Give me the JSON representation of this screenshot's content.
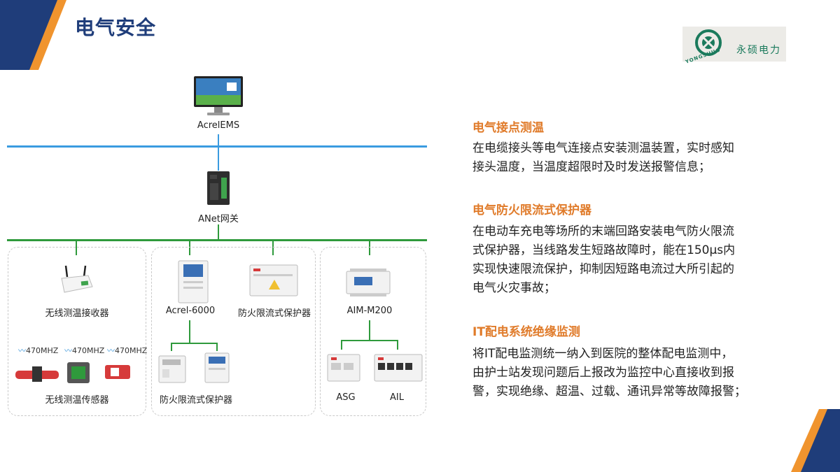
{
  "page_title": "电气安全",
  "logo": {
    "text": "永硕电力",
    "sub": "YONGSHUO"
  },
  "diagram": {
    "top_node": "AcrelEMS",
    "gateway": "ANet网关",
    "g1": {
      "receiver": "无线测温接收器",
      "freq": [
        "470MHZ",
        "470MHZ",
        "470MHZ"
      ],
      "sensor": "无线测温传感器"
    },
    "g2": {
      "main": "Acrel-6000",
      "limiter_top": "防火限流式保护器",
      "limiter_bottom": "防火限流式保护器"
    },
    "g3": {
      "main": "AIM-M200",
      "asg": "ASG",
      "ail": "AIL"
    }
  },
  "sections": [
    {
      "title": "电气接点测温",
      "lines": [
        "在电缆接头等电气连接点安装测温装置，实时感知",
        "接头温度，当温度超限时及时发送报警信息；"
      ]
    },
    {
      "title": "电气防火限流式保护器",
      "lines": [
        "在电动车充电等场所的末端回路安装电气防火限流",
        "式保护器，当线路发生短路故障时，能在150μs内",
        "实现快速限流保护，抑制因短路电流过大所引起的",
        "电气火灾事故；"
      ]
    },
    {
      "title": "IT配电系统绝缘监测",
      "lines": [
        "将IT配电监测统一纳入到医院的整体配电监测中，",
        "由护士站发现问题后上报改为监控中心直接收到报",
        "警，实现绝缘、超温、过载、通讯异常等故障报警；"
      ]
    }
  ],
  "colors": {
    "title": "#1f3d7a",
    "accent": "#e07b2a",
    "bus_top": "#3a9be0",
    "bus_main": "#2f9a3c"
  }
}
